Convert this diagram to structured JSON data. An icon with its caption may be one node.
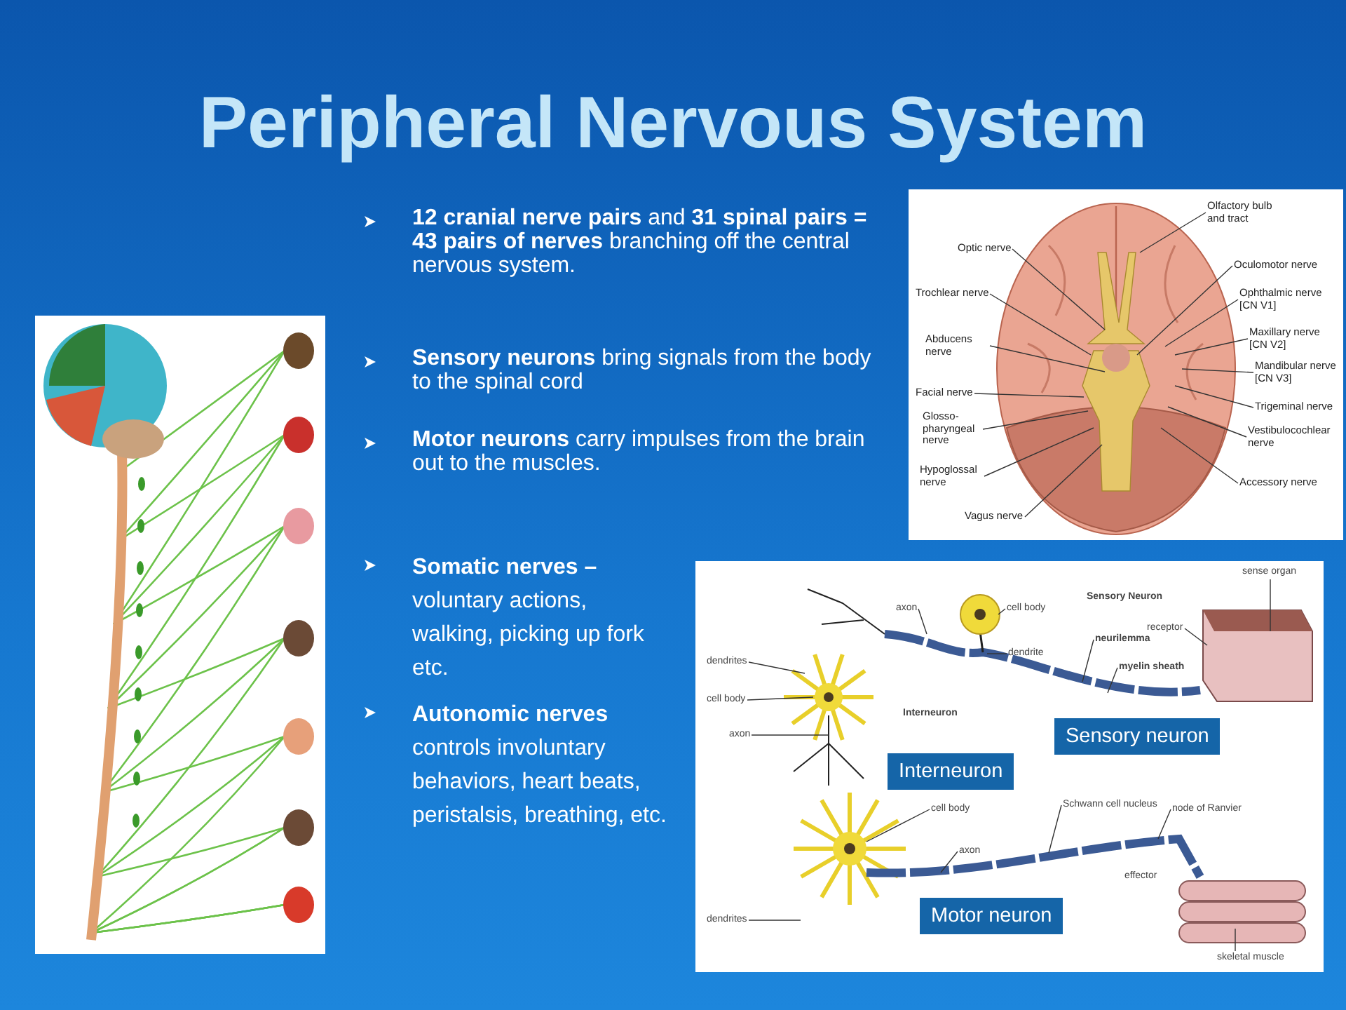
{
  "diagram": {
    "title": "Peripheral Nervous System",
    "nodes": [
      {
        "text": [
          "Olfactory bulb and tract"
        ]
      },
      {
        "text": [
          "Optic nerve"
        ]
      },
      {
        "text": [
          "Oculomotor nerve"
        ]
      },
      {
        "text": [
          "Trochlear nerve"
        ]
      },
      {
        "text": [
          "Ophthalmic nerve [CN V1]"
        ]
      },
      {
        "text": [
          "Maxillary nerve [CN V2]"
        ]
      },
      {
        "text": [
          "Abducens nerve"
        ]
      },
      {
        "text": [
          "Mandibular nerve [CN V3]"
        ]
      },
      {
        "text": [
          "Facial nerve"
        ]
      },
      {
        "text": [
          "Trigeminal nerve"
        ]
      },
      {
        "text": [
          "Glosso-pharyngeal nerve"
        ]
      },
      {
        "text": [
          "Vestibulocochlear nerve"
        ]
      },
      {
        "text": [
          "Hypoglossal nerve"
        ]
      },
      {
        "text": [
          "Accessory nerve"
        ]
      },
      {
        "text": [
          "Vagus nerve"
        ]
      },
      {
        "text": [
          "axon"
        ]
      },
      {
        "text": [
          "cell body"
        ]
      },
      {
        "text": [
          "dendrites"
        ]
      },
      {
        "text": [
          "dendrite"
        ]
      },
      {
        "text": [
          "cell body"
        ]
      },
      {
        "text": [
          "sense organ"
        ]
      },
      {
        "text": [
          "receptor"
        ]
      },
      {
        "text": [
          "neurilemma"
        ]
      },
      {
        "text": [
          "myelin sheath"
        ]
      },
      {
        "text": [
          "axon"
        ]
      },
      {
        "text": [
          "cell body"
        ]
      },
      {
        "text": [
          "Schwann cell nucleus"
        ]
      },
      {
        "text": [
          "node of Ranvier"
        ]
      },
      {
        "text": [
          "axon"
        ]
      },
      {
        "text": [
          "dendrites"
        ]
      },
      {
        "text": [
          "skeletal muscle"
        ]
      },
      {
        "text": [
          "Sensory neuron"
        ]
      },
      {
        "text": [
          "Interneuron"
        ]
      },
      {
        "text": [
          "Motor neuron"
        ]
      }
    ],
    "edges": [
      {
        "from": 0,
        "to": null,
        "arrow": "none"
      },
      {
        "from": 1,
        "to": null,
        "arrow": "none"
      },
      {
        "from": 2,
        "to": null,
        "arrow": "none"
      },
      {
        "from": 3,
        "to": null,
        "arrow": "none"
      },
      {
        "from": 4,
        "to": null,
        "arrow": "none"
      },
      {
        "from": 5,
        "to": null,
        "arrow": "none"
      },
      {
        "from": 6,
        "to": null,
        "arrow": "none"
      },
      {
        "from": 7,
        "to": null,
        "arrow": "none"
      },
      {
        "from": 8,
        "to": null,
        "arrow": "none"
      },
      {
        "from": 9,
        "to": null,
        "arrow": "none"
      },
      {
        "from": 10,
        "to": null,
        "arrow": "none"
      },
      {
        "from": 11,
        "to": null,
        "arrow": "none"
      },
      {
        "from": 12,
        "to": null,
        "arrow": "none"
      },
      {
        "from": 13,
        "to": null,
        "arrow": "none"
      },
      {
        "from": 14,
        "to": null,
        "arrow": "none"
      },
      {
        "from": 15,
        "to": null,
        "arrow": "none"
      },
      {
        "from": 16,
        "to": null,
        "arrow": "none"
      },
      {
        "from": 17,
        "to": null,
        "arrow": "none"
      },
      {
        "from": 18,
        "to": null,
        "arrow": "none"
      },
      {
        "from": 19,
        "to": null,
        "arrow": "none"
      },
      {
        "from": 20,
        "to": null,
        "arrow": "none"
      },
      {
        "from": 21,
        "to": null,
        "arrow": "none"
      },
      {
        "from": 22,
        "to": null,
        "arrow": "none"
      },
      {
        "from": 23,
        "to": null,
        "arrow": "none"
      },
      {
        "from": 24,
        "to": null,
        "arrow": "none"
      },
      {
        "from": 25,
        "to": null,
        "arrow": "none"
      },
      {
        "from": 26,
        "to": null,
        "arrow": "none"
      },
      {
        "from": 27,
        "to": null,
        "arrow": "none"
      },
      {
        "from": 28,
        "to": null,
        "arrow": "none"
      },
      {
        "from": 29,
        "to": null,
        "arrow": "none"
      },
      {
        "from": 30,
        "to": null,
        "arrow": "none"
      }
    ],
    "labels": [
      "**12 cranial nerve pairs** and **31 spinal pairs = 43 pairs of nerves** branching off the central nervous system.",
      "**Sensory neurons** bring signals from the body to the spinal cord",
      "**Motor neurons** carry impulses from the brain out to the muscles.",
      "**Somatic nerves –** voluntary actions, walking, picking up fork etc.",
      "**Autonomic nerves** controls involuntary behaviors, heart beats, peristalsis, breathing, etc.",
      "Sensory Neuron",
      "Interneuron",
      "effector"
    ]
  }
}
